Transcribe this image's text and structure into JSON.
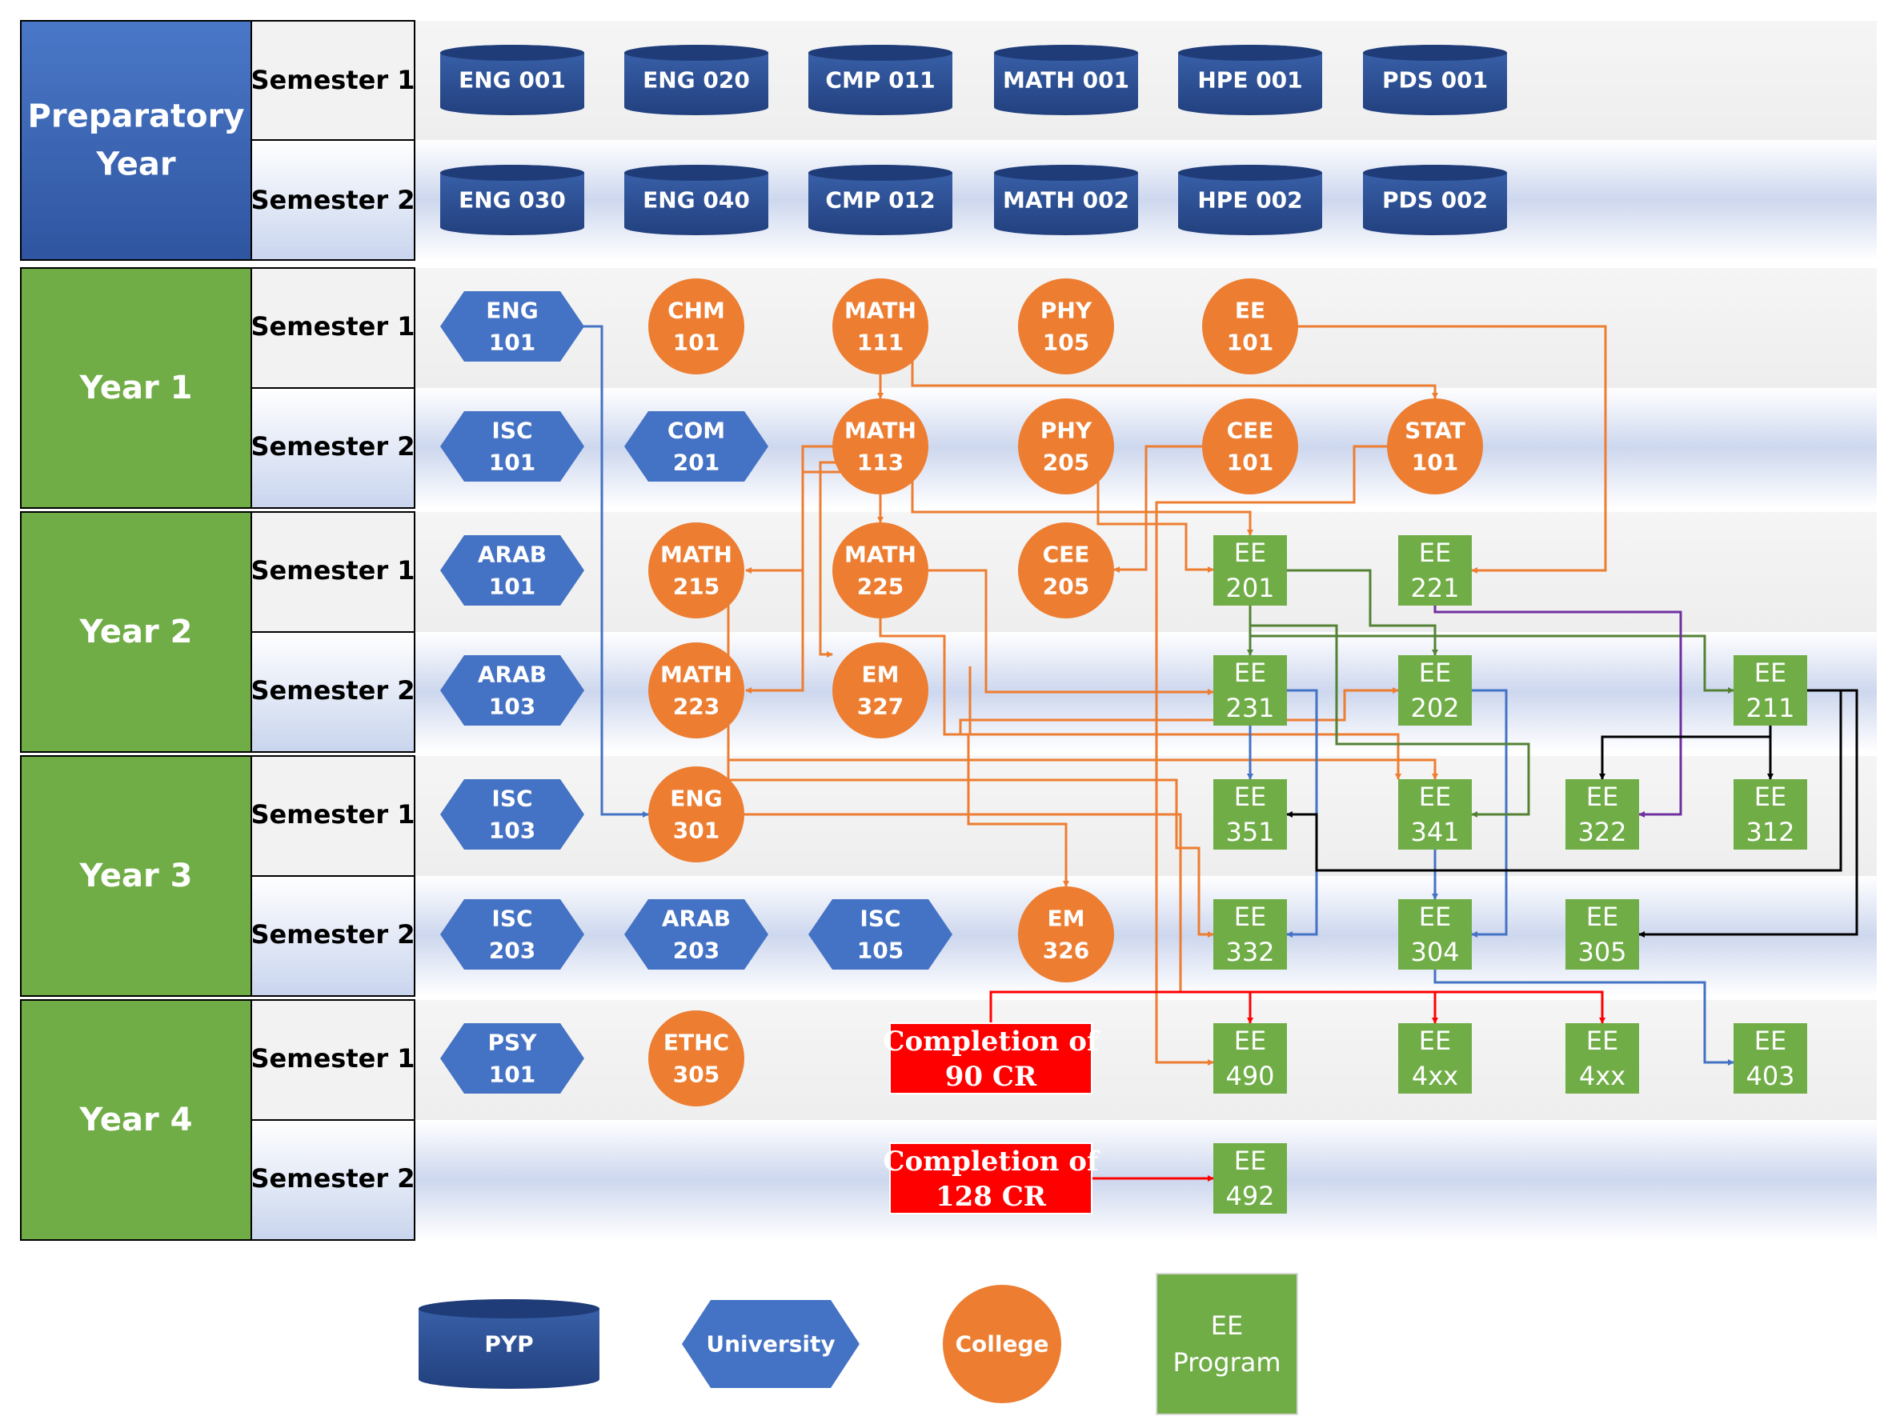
{
  "colors": {
    "pyp": "#2f5496",
    "university": "#4472c4",
    "college": "#ed7d31",
    "program": "#70ad47",
    "preparatory_header": "#3a62b0",
    "year_header": "#70ad47",
    "completion": "#ff0000",
    "arrow_orange": "#ed7d31",
    "arrow_blue": "#4472c4",
    "arrow_green": "#548235",
    "arrow_purple": "#7030a0",
    "arrow_black": "#000000",
    "arrow_red": "#ff0000"
  },
  "years": [
    {
      "id": "prep",
      "label": [
        "Preparatory",
        "Year"
      ],
      "style": "prep"
    },
    {
      "id": "y1",
      "label": [
        "Year 1"
      ],
      "style": "year"
    },
    {
      "id": "y2",
      "label": [
        "Year 2"
      ],
      "style": "year"
    },
    {
      "id": "y3",
      "label": [
        "Year 3"
      ],
      "style": "year"
    },
    {
      "id": "y4",
      "label": [
        "Year 4"
      ],
      "style": "year"
    }
  ],
  "semester_labels": [
    "Semester 1",
    "Semester 2"
  ],
  "courses": [
    {
      "id": "ENG001",
      "lines": [
        "ENG 001"
      ],
      "type": "pyp",
      "row": 0,
      "col": 0
    },
    {
      "id": "ENG020",
      "lines": [
        "ENG 020"
      ],
      "type": "pyp",
      "row": 0,
      "col": 1
    },
    {
      "id": "CMP011",
      "lines": [
        "CMP 011"
      ],
      "type": "pyp",
      "row": 0,
      "col": 2
    },
    {
      "id": "MATH001",
      "lines": [
        "MATH 001"
      ],
      "type": "pyp",
      "row": 0,
      "col": 3
    },
    {
      "id": "HPE001",
      "lines": [
        "HPE 001"
      ],
      "type": "pyp",
      "row": 0,
      "col": 4
    },
    {
      "id": "PDS001",
      "lines": [
        "PDS 001"
      ],
      "type": "pyp",
      "row": 0,
      "col": 5
    },
    {
      "id": "ENG030",
      "lines": [
        "ENG 030"
      ],
      "type": "pyp",
      "row": 1,
      "col": 0
    },
    {
      "id": "ENG040",
      "lines": [
        "ENG 040"
      ],
      "type": "pyp",
      "row": 1,
      "col": 1
    },
    {
      "id": "CMP012",
      "lines": [
        "CMP 012"
      ],
      "type": "pyp",
      "row": 1,
      "col": 2
    },
    {
      "id": "MATH002",
      "lines": [
        "MATH 002"
      ],
      "type": "pyp",
      "row": 1,
      "col": 3
    },
    {
      "id": "HPE002",
      "lines": [
        "HPE 002"
      ],
      "type": "pyp",
      "row": 1,
      "col": 4
    },
    {
      "id": "PDS002",
      "lines": [
        "PDS 002"
      ],
      "type": "pyp",
      "row": 1,
      "col": 5
    },
    {
      "id": "ENG101",
      "lines": [
        "ENG",
        "101"
      ],
      "type": "university",
      "row": 2,
      "col": 0
    },
    {
      "id": "CHM101",
      "lines": [
        "CHM",
        "101"
      ],
      "type": "college",
      "row": 2,
      "col": 1
    },
    {
      "id": "MATH111",
      "lines": [
        "MATH",
        "111"
      ],
      "type": "college",
      "row": 2,
      "col": 2
    },
    {
      "id": "PHY105",
      "lines": [
        "PHY",
        "105"
      ],
      "type": "college",
      "row": 2,
      "col": 3
    },
    {
      "id": "EE101",
      "lines": [
        "EE",
        "101"
      ],
      "type": "college",
      "row": 2,
      "col": 4
    },
    {
      "id": "ISC101",
      "lines": [
        "ISC",
        "101"
      ],
      "type": "university",
      "row": 3,
      "col": 0
    },
    {
      "id": "COM201",
      "lines": [
        "COM",
        "201"
      ],
      "type": "university",
      "row": 3,
      "col": 1
    },
    {
      "id": "MATH113",
      "lines": [
        "MATH",
        "113"
      ],
      "type": "college",
      "row": 3,
      "col": 2
    },
    {
      "id": "PHY205",
      "lines": [
        "PHY",
        "205"
      ],
      "type": "college",
      "row": 3,
      "col": 3
    },
    {
      "id": "CEE101",
      "lines": [
        "CEE",
        "101"
      ],
      "type": "college",
      "row": 3,
      "col": 4
    },
    {
      "id": "STAT101",
      "lines": [
        "STAT",
        "101"
      ],
      "type": "college",
      "row": 3,
      "col": 5
    },
    {
      "id": "ARAB101",
      "lines": [
        "ARAB",
        "101"
      ],
      "type": "university",
      "row": 4,
      "col": 0
    },
    {
      "id": "MATH215",
      "lines": [
        "MATH",
        "215"
      ],
      "type": "college",
      "row": 4,
      "col": 1
    },
    {
      "id": "MATH225",
      "lines": [
        "MATH",
        "225"
      ],
      "type": "college",
      "row": 4,
      "col": 2
    },
    {
      "id": "CEE205",
      "lines": [
        "CEE",
        "205"
      ],
      "type": "college",
      "row": 4,
      "col": 3
    },
    {
      "id": "EE201",
      "lines": [
        "EE",
        "201"
      ],
      "type": "program",
      "row": 4,
      "col": 4
    },
    {
      "id": "EE221",
      "lines": [
        "EE",
        "221"
      ],
      "type": "program",
      "row": 4,
      "col": 5
    },
    {
      "id": "ARAB103",
      "lines": [
        "ARAB",
        "103"
      ],
      "type": "university",
      "row": 5,
      "col": 0
    },
    {
      "id": "MATH223",
      "lines": [
        "MATH",
        "223"
      ],
      "type": "college",
      "row": 5,
      "col": 1
    },
    {
      "id": "EM327",
      "lines": [
        "EM",
        "327"
      ],
      "type": "college",
      "row": 5,
      "col": 2
    },
    {
      "id": "EE231",
      "lines": [
        "EE",
        "231"
      ],
      "type": "program",
      "row": 5,
      "col": 4
    },
    {
      "id": "EE202",
      "lines": [
        "EE",
        "202"
      ],
      "type": "program",
      "row": 5,
      "col": 5
    },
    {
      "id": "EE211",
      "lines": [
        "EE",
        "211"
      ],
      "type": "program",
      "row": 5,
      "col": 7
    },
    {
      "id": "ISC103",
      "lines": [
        "ISC",
        "103"
      ],
      "type": "university",
      "row": 6,
      "col": 0
    },
    {
      "id": "ENG301",
      "lines": [
        "ENG",
        "301"
      ],
      "type": "college",
      "row": 6,
      "col": 1
    },
    {
      "id": "EE351",
      "lines": [
        "EE",
        "351"
      ],
      "type": "program",
      "row": 6,
      "col": 4
    },
    {
      "id": "EE341",
      "lines": [
        "EE",
        "341"
      ],
      "type": "program",
      "row": 6,
      "col": 5
    },
    {
      "id": "EE322",
      "lines": [
        "EE",
        "322"
      ],
      "type": "program",
      "row": 6,
      "col": 6
    },
    {
      "id": "EE312",
      "lines": [
        "EE",
        "312"
      ],
      "type": "program",
      "row": 6,
      "col": 7
    },
    {
      "id": "ISC203",
      "lines": [
        "ISC",
        "203"
      ],
      "type": "university",
      "row": 7,
      "col": 0
    },
    {
      "id": "ARAB203",
      "lines": [
        "ARAB",
        "203"
      ],
      "type": "university",
      "row": 7,
      "col": 1
    },
    {
      "id": "ISC105",
      "lines": [
        "ISC",
        "105"
      ],
      "type": "university",
      "row": 7,
      "col": 2
    },
    {
      "id": "EM326",
      "lines": [
        "EM",
        "326"
      ],
      "type": "college",
      "row": 7,
      "col": 3
    },
    {
      "id": "EE332",
      "lines": [
        "EE",
        "332"
      ],
      "type": "program",
      "row": 7,
      "col": 4
    },
    {
      "id": "EE304",
      "lines": [
        "EE",
        "304"
      ],
      "type": "program",
      "row": 7,
      "col": 5
    },
    {
      "id": "EE305",
      "lines": [
        "EE",
        "305"
      ],
      "type": "program",
      "row": 7,
      "col": 6
    },
    {
      "id": "PSY101",
      "lines": [
        "PSY",
        "101"
      ],
      "type": "university",
      "row": 8,
      "col": 0
    },
    {
      "id": "ETHC305",
      "lines": [
        "ETHC",
        "305"
      ],
      "type": "college",
      "row": 8,
      "col": 1
    },
    {
      "id": "EE490",
      "lines": [
        "EE",
        "490"
      ],
      "type": "program",
      "row": 8,
      "col": 4
    },
    {
      "id": "EE4xxA",
      "lines": [
        "EE",
        "4xx"
      ],
      "type": "program",
      "row": 8,
      "col": 5
    },
    {
      "id": "EE4xxB",
      "lines": [
        "EE",
        "4xx"
      ],
      "type": "program",
      "row": 8,
      "col": 6
    },
    {
      "id": "EE403",
      "lines": [
        "EE",
        "403"
      ],
      "type": "program",
      "row": 8,
      "col": 7
    },
    {
      "id": "EE492",
      "lines": [
        "EE",
        "492"
      ],
      "type": "program",
      "row": 9,
      "col": 4
    }
  ],
  "completions": [
    {
      "id": "CR90",
      "lines": [
        "Completion of",
        "90 CR"
      ],
      "row": 8
    },
    {
      "id": "CR128",
      "lines": [
        "Completion of",
        "128 CR"
      ],
      "row": 9
    }
  ],
  "legend": [
    {
      "type": "pyp",
      "lines": [
        "PYP"
      ]
    },
    {
      "type": "university",
      "lines": [
        "University"
      ]
    },
    {
      "type": "college",
      "lines": [
        "College"
      ]
    },
    {
      "type": "program",
      "lines": [
        "EE",
        "Program"
      ]
    }
  ]
}
